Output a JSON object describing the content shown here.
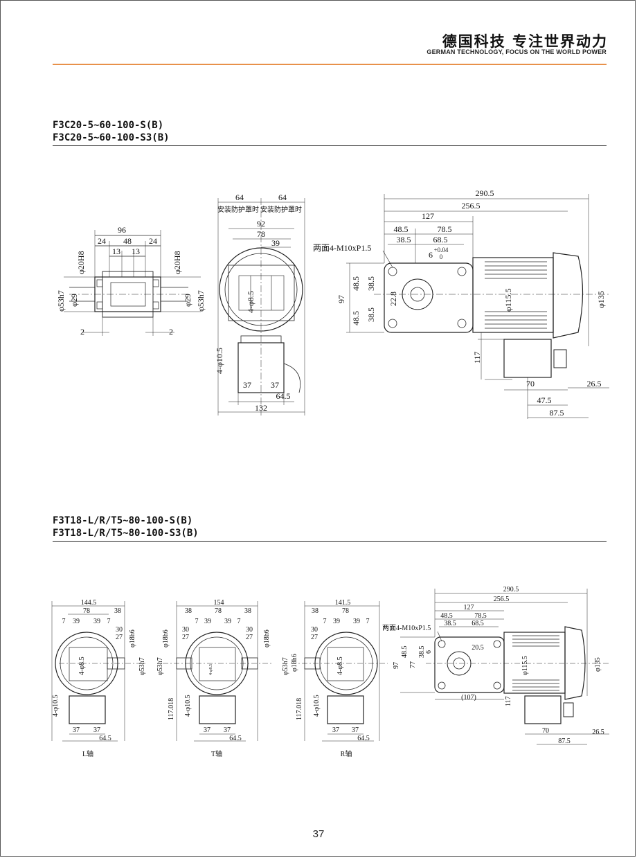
{
  "header": {
    "brand_cn": "德国科技 专注世界动力",
    "brand_en": "GERMAN TECHNOLOGY, FOCUS ON THE WORLD POWER"
  },
  "section1": {
    "model_line1": "F3C20-5~60-100-S(B)",
    "model_line2": "F3C20-5~60-100-S3(B)",
    "side": {
      "d96": "96",
      "d24a": "24",
      "d48": "48",
      "d24b": "24",
      "d13a": "13",
      "d13b": "13",
      "h20_left": "φ20H8",
      "h20_right": "φ20H8",
      "h53_left": "φ53h7",
      "h53_right": "φ53h7",
      "h29_left": "φ29",
      "h29_right": "φ29",
      "d2_left": "2",
      "d2_right": "2"
    },
    "front": {
      "d64a": "64",
      "d64b": "64",
      "cover_a": "安装防护罩时",
      "cover_b": "安装防护罩时",
      "d92": "92",
      "d78": "78",
      "d39": "39",
      "holes": "4-φ8.5",
      "mount_holes": "4-φ10.5",
      "d37a": "37",
      "d37b": "37",
      "d645": "64.5",
      "d132": "132"
    },
    "top": {
      "d2905": "290.5",
      "d2565": "256.5",
      "d127": "127",
      "d485": "48.5",
      "d785": "78.5",
      "d385": "38.5",
      "d685": "68.5",
      "d6": "6",
      "tol_up": "+0.04",
      "tol_low": "0",
      "thread": "两面4-M10xP1.5",
      "v97": "97",
      "v485a": "48.5",
      "v485b": "48.5",
      "v385a": "38.5",
      "v385b": "38.5",
      "v228": "22.8",
      "phi1155": "φ115.5",
      "phi135": "φ135",
      "v117": "117",
      "d70": "70",
      "d265": "26.5",
      "d475": "47.5",
      "d875": "87.5"
    }
  },
  "section2": {
    "model_line1": "F3T18-L/R/T5~80-100-S(B)",
    "model_line2": "F3T18-L/R/T5~80-100-S3(B)",
    "l_view": {
      "w": "144.5",
      "d78": "78",
      "d38": "38",
      "d7a": "7",
      "d39a": "39",
      "d39b": "39",
      "d7b": "7",
      "d30": "30",
      "d27": "27",
      "phi18": "φ18h6",
      "phi53": "φ53h7",
      "holes": "4-φ8.5",
      "mount": "4-φ10.5",
      "d37a": "37",
      "d37b": "37",
      "d645": "64.5",
      "label": "L轴"
    },
    "t_view": {
      "w": "154",
      "d38a": "38",
      "d78": "78",
      "d38b": "38",
      "d7a": "7",
      "d39a": "39",
      "d39b": "39",
      "d7b": "7",
      "d30a": "30",
      "d27a": "27",
      "d30b": "30",
      "d27b": "27",
      "phi18a": "φ18h6",
      "phi18b": "φ18h6",
      "phi53": "φ53h7",
      "holes": "4-φ8.5",
      "v117": "117.018",
      "mount": "4-φ10.5",
      "d37a": "37",
      "d37b": "37",
      "d645": "64.5",
      "label": "T轴"
    },
    "r_view": {
      "w": "141.5",
      "d38": "38",
      "d78": "78",
      "d7a": "7",
      "d39a": "39",
      "d39b": "39",
      "d7b": "7",
      "d30": "30",
      "d27": "27",
      "phi18": "φ18h6",
      "phi53": "φ53h7",
      "holes": "4-φ8.5",
      "v117": "117.018",
      "mount": "4-φ10.5",
      "d37a": "37",
      "d37b": "37",
      "d645": "64.5",
      "label": "R轴"
    },
    "top": {
      "d2905": "290.5",
      "d2565": "256.5",
      "d127": "127",
      "d485": "48.5",
      "d785": "78.5",
      "d385": "38.5",
      "d685": "68.5",
      "thread": "两面4-M10xP1.5",
      "v97": "97",
      "v77": "77",
      "v485": "48.5",
      "v385": "38.5",
      "v6": "6",
      "d205": "20.5",
      "phi1155": "φ115.5",
      "phi135": "φ135",
      "d107": "(107)",
      "v117": "117",
      "d70": "70",
      "d265": "26.5",
      "d875": "87.5"
    }
  },
  "footer": {
    "page_number": "37"
  }
}
